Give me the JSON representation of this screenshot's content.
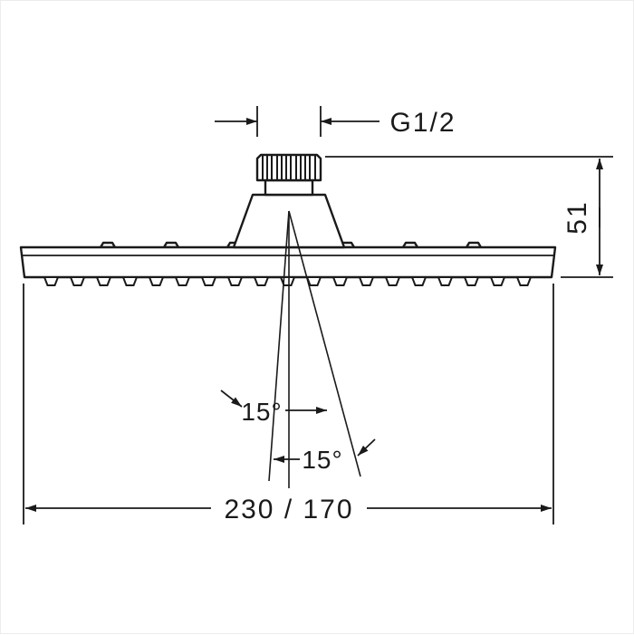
{
  "colors": {
    "line": "#1a1a1a",
    "background": "#ffffff"
  },
  "drawing": {
    "labels": {
      "thread_size": "G1/2",
      "connection_height": "51",
      "spray_angle_left": "15°",
      "spray_angle_right": "15°",
      "head_width": "230 / 170"
    }
  }
}
